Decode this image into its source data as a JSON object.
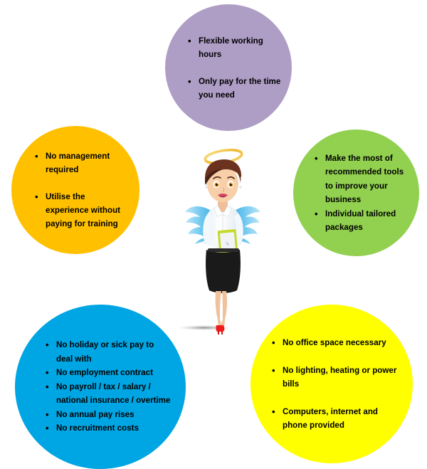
{
  "graphic": {
    "title": "Virtual business angel benefits infographic",
    "background_color": "#ffffff"
  },
  "bubbles": [
    {
      "id": "flexibility",
      "name": "flexibility-bubble",
      "color": "#ae9dc5",
      "items": [
        "Flexible working hours",
        "Only pay for the time you need"
      ]
    },
    {
      "id": "management",
      "name": "management-bubble",
      "color": "#ffc000",
      "items": [
        "No management required",
        "Utilise the experience without paying for training"
      ]
    },
    {
      "id": "tools",
      "name": "tools-bubble",
      "color": "#92d050",
      "items": [
        "Make the most of recommended tools to improve your business",
        "Individual tailored packages"
      ]
    },
    {
      "id": "employment",
      "name": "employment-bubble",
      "color": "#00a5e3",
      "items": [
        "No holiday or sick pay to deal with",
        "No employment contract",
        "No payroll / tax / salary / national insurance / overtime",
        "No annual pay rises",
        "No recruitment costs"
      ]
    },
    {
      "id": "overheads",
      "name": "overheads-bubble",
      "color": "#ffff00",
      "items": [
        "No office space necessary",
        "No lighting, heating or power bills",
        "Computers, internet and phone provided"
      ]
    }
  ],
  "bullet_glyph": "•",
  "illustration": {
    "name": "business-angel-illustration",
    "description": "Businesswoman with golden halo, blue angel wings, white blouse, black pencil skirt and red high heels, holding a tablet",
    "colors": {
      "halo": "#f2c14b",
      "hair": "#5c2a18",
      "skin": "#f4c9a6",
      "blouse": "#f2f7fb",
      "skirt": "#1a1a1a",
      "shoes": "#ee1c1c",
      "wings": "#7ecdf2",
      "tablet_frame": "#c6d92e",
      "tablet_screen": "#f1f4f6"
    }
  }
}
